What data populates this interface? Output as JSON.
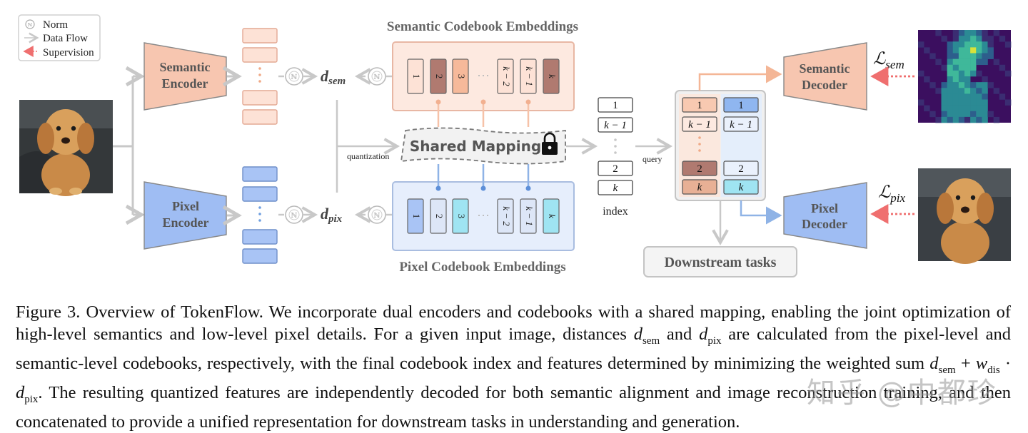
{
  "legend": {
    "norm": "Norm",
    "flow": "Data Flow",
    "supervision": "Supervision",
    "norm_symbol": "ℕ"
  },
  "encoders": {
    "semantic": [
      "Semantic",
      "Encoder"
    ],
    "pixel": [
      "Pixel",
      "Encoder"
    ]
  },
  "decoders": {
    "semantic": [
      "Semantic",
      "Decoder"
    ],
    "pixel": [
      "Pixel",
      "Decoder"
    ]
  },
  "distances": {
    "sem_base": "d",
    "sem_sub": "sem",
    "pix_base": "d",
    "pix_sub": "pix"
  },
  "losses": {
    "sem_base": "ℒ",
    "sem_sub": "sem",
    "pix_base": "ℒ",
    "pix_sub": "pix"
  },
  "codebooks": {
    "semantic_title": "Semantic Codebook Embeddings",
    "pixel_title": "Pixel Codebook Embeddings",
    "entries": [
      "1",
      "2",
      "3",
      "k − 2",
      "k − 1",
      "k"
    ],
    "ellipsis": "⋯"
  },
  "shared_mapping": "Shared Mapping",
  "quantization": "quantization",
  "query": "query",
  "index": {
    "label": "index",
    "entries": [
      "1",
      "k − 1",
      "2",
      "k"
    ]
  },
  "combined": {
    "left": [
      "1",
      "k − 1",
      "2",
      "k"
    ],
    "right": [
      "1",
      "k − 1",
      "2",
      "k"
    ]
  },
  "downstream": "Downstream tasks",
  "colors": {
    "sem_fill": "#fde2d6",
    "sem_stroke": "#e3a994",
    "sem_dark": "#b07a70",
    "sem_mid": "#f6b99a",
    "pix_fill": "#a9c4f5",
    "pix_stroke": "#6f8fc9",
    "pix_cyan": "#9fe4f2",
    "pix_light": "#dde6f7",
    "arrow_sem": "#f4b696",
    "arrow_pix": "#8fb3e6",
    "gray": "#c8c8c8",
    "supervision": "#ef6f6f"
  },
  "caption": {
    "p1": "Figure 3. Overview of TokenFlow. We incorporate dual encoders and codebooks with a shared mapping, enabling the joint optimization of high-level semantics and low-level pixel details. For a given input image, distances ",
    "d": "d",
    "sem": "sem",
    "and": " and ",
    "pix": "pix",
    "p2": " are calculated from the pixel-level and semantic-level codebooks, respectively, with the final codebook index and features determined by minimizing the weighted sum ",
    "plus": " + ",
    "w": "w",
    "dis": "dis",
    "dot": " · ",
    "p3": ". The resulting quantized features are independently decoded for both semantic alignment and image reconstruction training, and then concatenated to provide a unified representation for downstream tasks in understanding and generation."
  },
  "watermark": "知乎 @中都珍"
}
